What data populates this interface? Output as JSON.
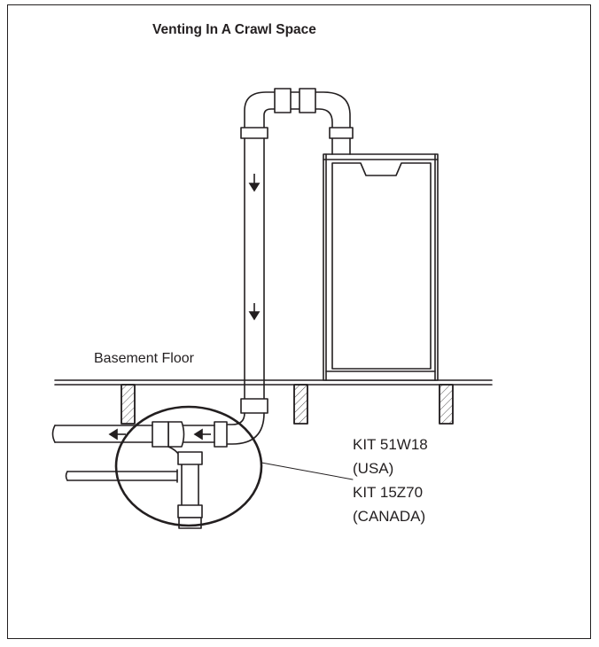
{
  "diagram": {
    "title": "Venting In A Crawl Space",
    "floor_label": "Basement Floor",
    "kit_lines": [
      "KIT 51W18",
      "(USA)",
      "KIT 15Z70",
      "(CANADA)"
    ],
    "colors": {
      "line": "#231f20",
      "background": "#ffffff"
    }
  }
}
